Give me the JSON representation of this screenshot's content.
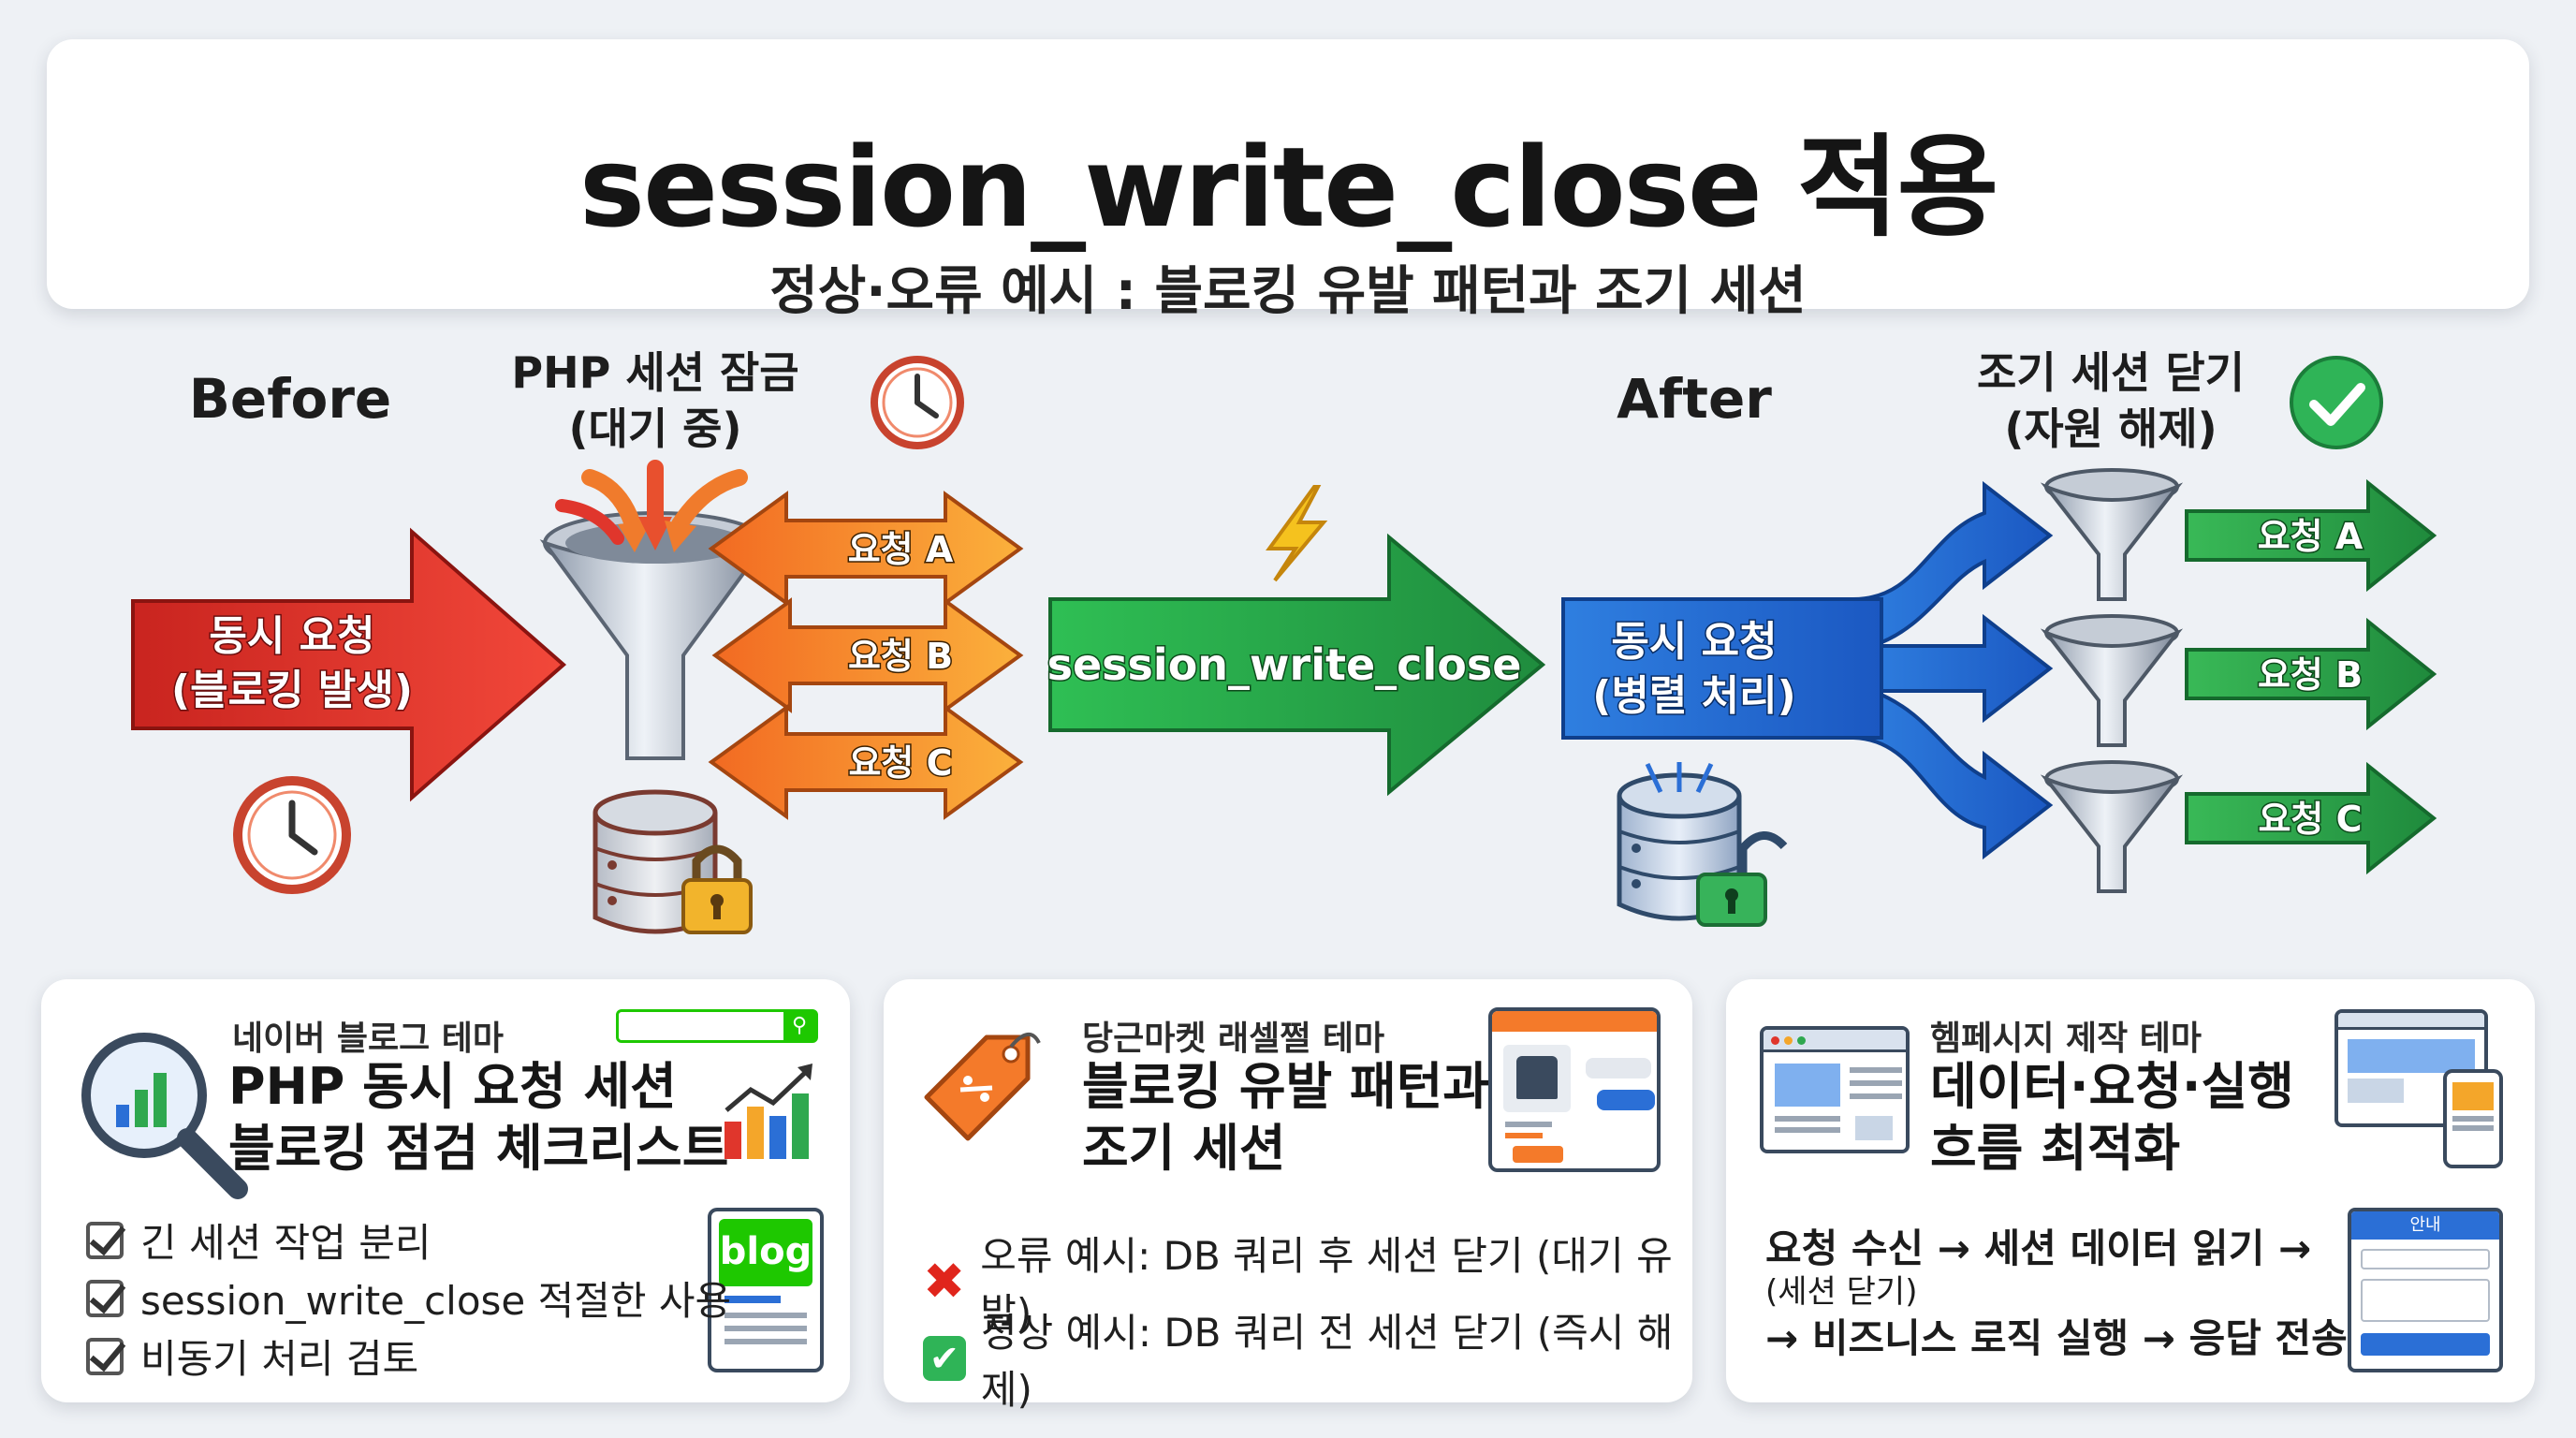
{
  "header": {
    "title": "session_write_close 적용",
    "subtitle": "정상·오류 예시 : 블로킹 유발 패턴과 조기 세션"
  },
  "before": {
    "label": "Before",
    "lock_caption_line1": "PHP 세션 잠금",
    "lock_caption_line2": "(대기 중)",
    "input_arrow_line1": "동시 요청",
    "input_arrow_line2": "(블로킹 발생)",
    "requests": [
      "요청 A",
      "요청 B",
      "요청 C"
    ]
  },
  "middle": {
    "arrow_label": "session_write_close"
  },
  "after": {
    "label": "After",
    "release_caption_line1": "조기 세션 닫기",
    "release_caption_line2": "(자원 해제)",
    "input_arrow_line1": "동시 요청",
    "input_arrow_line2": "(병렬 처리)",
    "requests": [
      "요청 A",
      "요청 B",
      "요청 C"
    ]
  },
  "cards": {
    "naver": {
      "theme": "네이버 블로그 테마",
      "heading_line1": "PHP 동시 요청 세션",
      "heading_line2": "블로킹 점검 체크리스트",
      "blog_badge": "blog",
      "checklist": [
        "긴 세션 작업 분리",
        "session_write_close 적절한 사용",
        "비동기 처리 검토"
      ]
    },
    "daangn": {
      "theme": "당근마켓 래셀쩔 테마",
      "heading_line1": "블로킹 유발 패턴과",
      "heading_line2": "조기 세션",
      "wrong_example": "오류 예시: DB 쿼리 후 세션 닫기 (대기 유발)",
      "right_example": "정상 예시: DB 쿼리 전 세션 닫기 (즉시 해제)"
    },
    "homepage": {
      "theme": "헴페시지 제작 테마",
      "heading_line1": "데이터·요청·실행",
      "heading_line2": "흐름 최적화",
      "flow_line1": "요청 수신 → 세션 데이터 읽기 →",
      "flow_line2": "(세션 닫기)",
      "flow_line3": "→ 비즈니스 로직 실행 → 응답 전송",
      "mock_panel_title": "안내"
    }
  },
  "colors": {
    "red": "#e0362c",
    "orange": "#f47a2a",
    "green": "#2fa84f",
    "blue": "#2b6fd6",
    "naver_green": "#1ec800"
  }
}
